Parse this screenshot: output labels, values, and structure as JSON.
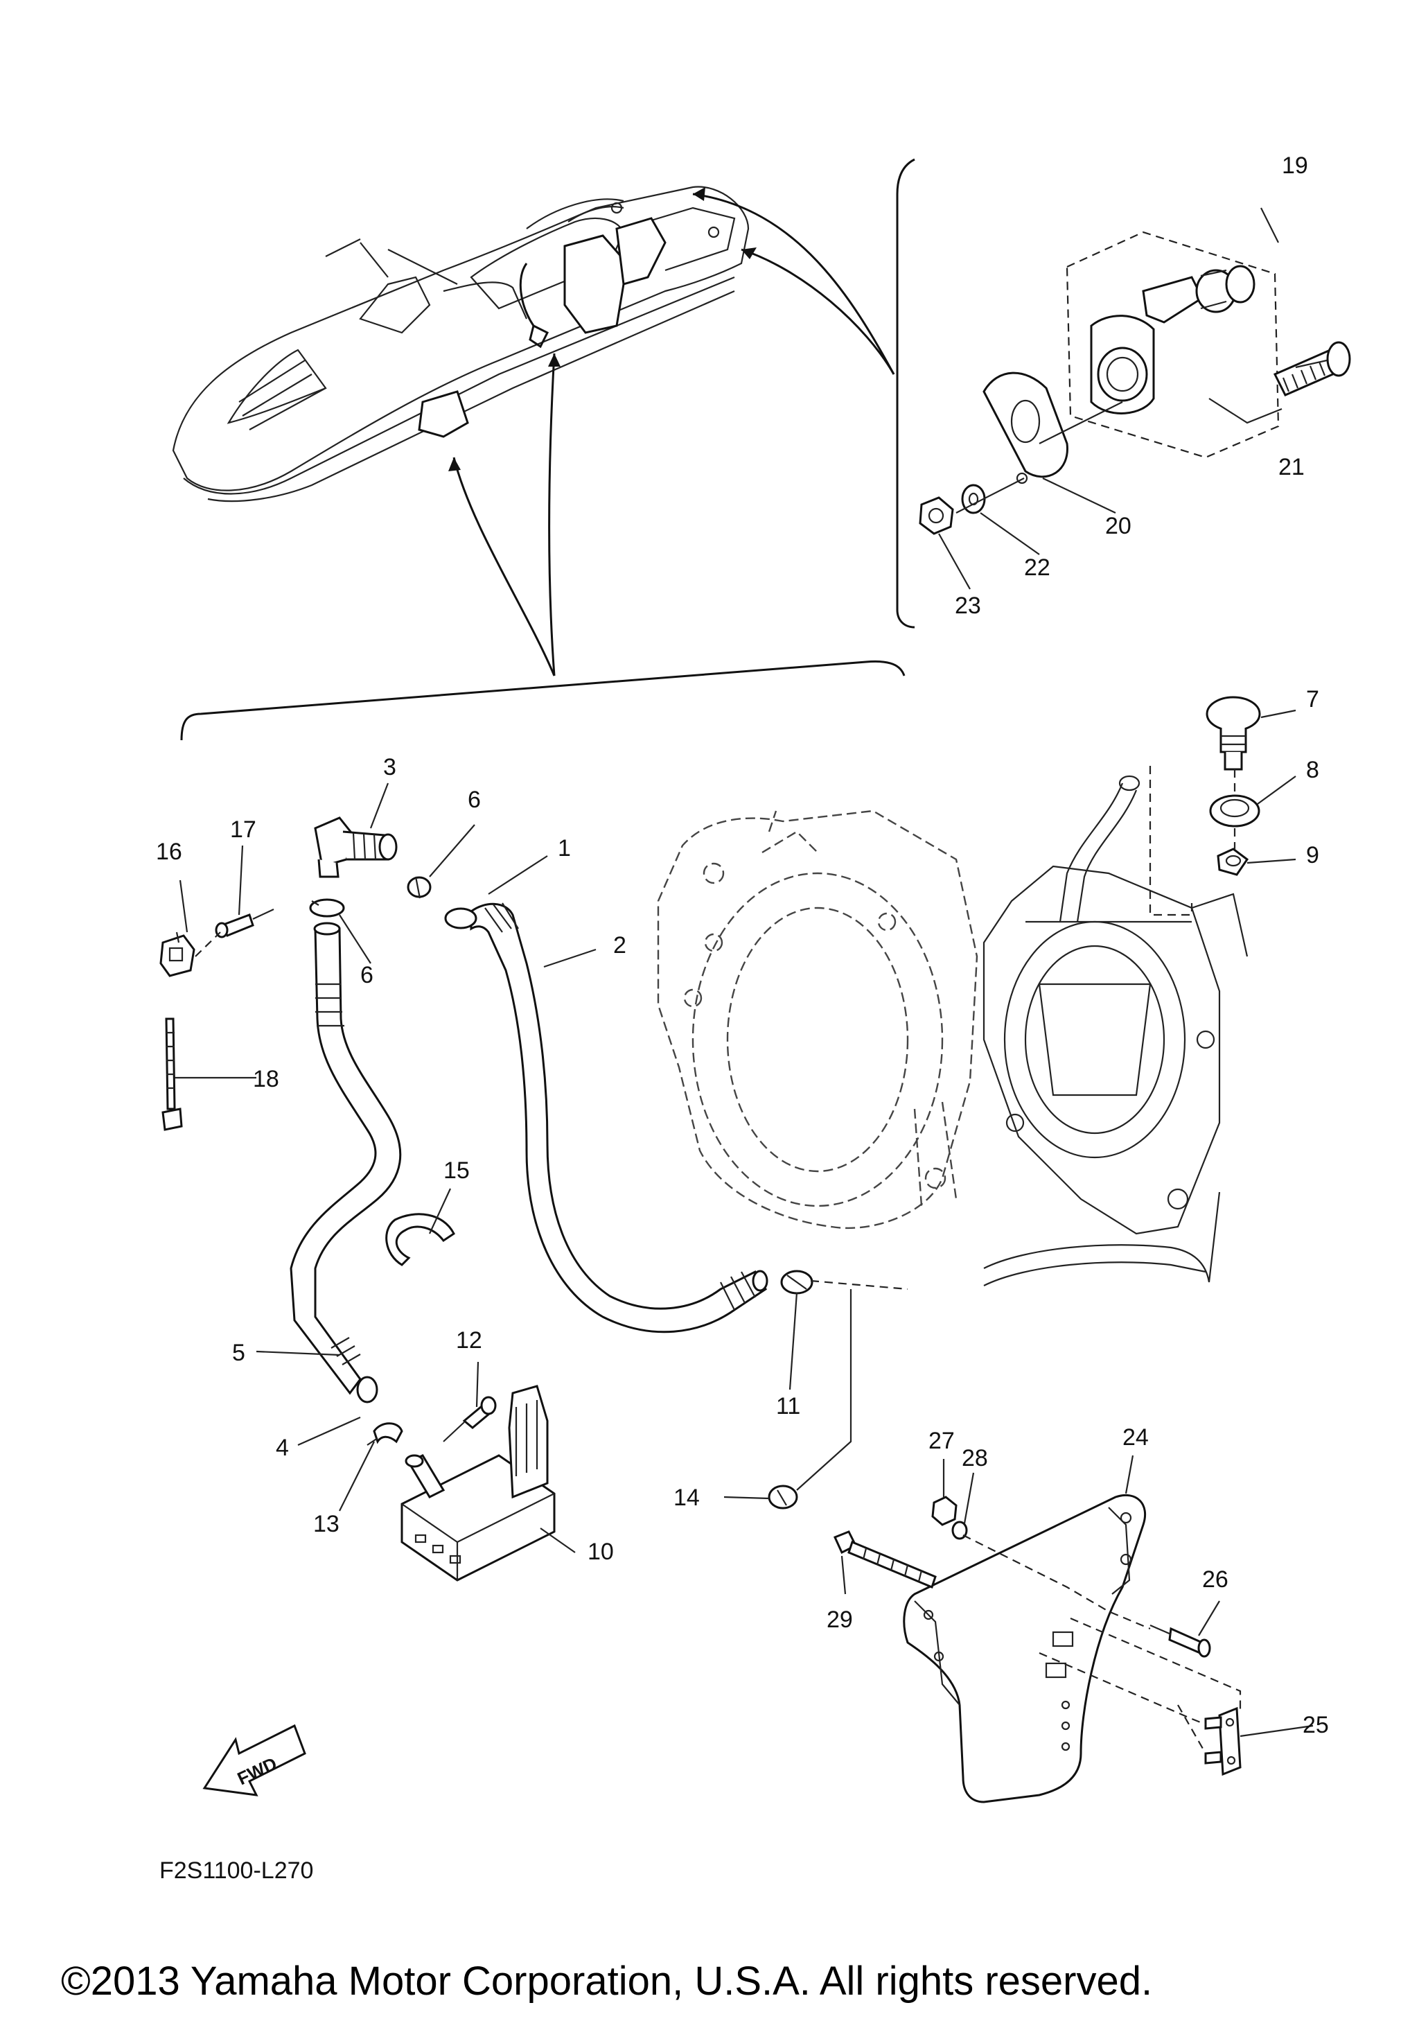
{
  "diagram": {
    "figure_code": "F2S1100-L270",
    "fwd_label": "FWD",
    "copyright": "©2013 Yamaha Motor Corporation, U.S.A. All rights reserved.",
    "callouts": [
      "1",
      "2",
      "3",
      "4",
      "5",
      "6",
      "6",
      "7",
      "8",
      "9",
      "10",
      "11",
      "12",
      "13",
      "14",
      "15",
      "16",
      "17",
      "18",
      "19",
      "20",
      "21",
      "22",
      "23",
      "24",
      "25",
      "26",
      "27",
      "28",
      "29"
    ]
  }
}
